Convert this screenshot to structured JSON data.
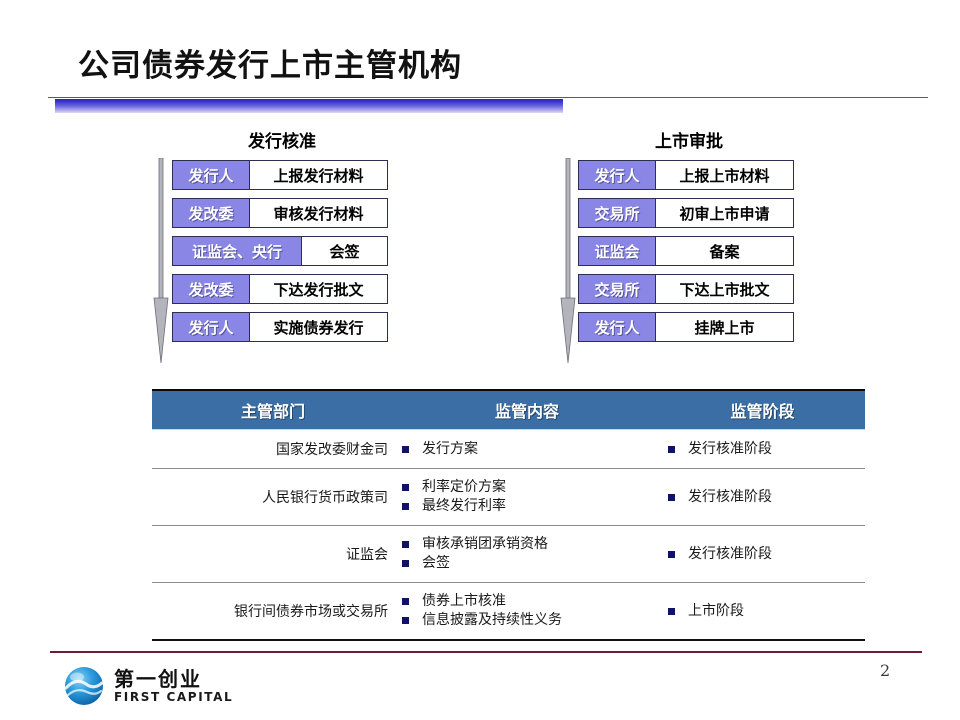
{
  "slide": {
    "title": "公司债券发行上市主管机构",
    "page_number": "2",
    "accent_color": "#3f39cf",
    "table_header_color": "#3a6ea5",
    "flow_label_color": "#8a86e6",
    "footer_rule_color": "#6e1b38"
  },
  "flows": [
    {
      "title": "发行核准",
      "arrow_icon": "down-arrow-icon",
      "rows": [
        {
          "actor": "发行人",
          "action": "上报发行材料",
          "wide_actor": false
        },
        {
          "actor": "发改委",
          "action": "审核发行材料",
          "wide_actor": false
        },
        {
          "actor": "证监会、央行",
          "action": "会签",
          "wide_actor": true
        },
        {
          "actor": "发改委",
          "action": "下达发行批文",
          "wide_actor": false
        },
        {
          "actor": "发行人",
          "action": "实施债券发行",
          "wide_actor": false
        }
      ]
    },
    {
      "title": "上市审批",
      "arrow_icon": "down-arrow-icon",
      "rows": [
        {
          "actor": "发行人",
          "action": "上报上市材料",
          "wide_actor": false
        },
        {
          "actor": "交易所",
          "action": "初审上市申请",
          "wide_actor": false
        },
        {
          "actor": "证监会",
          "action": "备案",
          "wide_actor": false
        },
        {
          "actor": "交易所",
          "action": "下达上市批文",
          "wide_actor": false
        },
        {
          "actor": "发行人",
          "action": "挂牌上市",
          "wide_actor": false
        }
      ]
    }
  ],
  "table": {
    "headers": [
      "主管部门",
      "监管内容",
      "监管阶段"
    ],
    "rows": [
      {
        "department": "国家发改委财金司",
        "scope": [
          "发行方案"
        ],
        "stage": [
          "发行核准阶段"
        ]
      },
      {
        "department": "人民银行货币政策司",
        "scope": [
          "利率定价方案",
          "最终发行利率"
        ],
        "stage": [
          "发行核准阶段"
        ]
      },
      {
        "department": "证监会",
        "scope": [
          "审核承销团承销资格",
          "会签"
        ],
        "stage": [
          "发行核准阶段"
        ]
      },
      {
        "department": "银行间债券市场或交易所",
        "scope": [
          "债券上市核准",
          "信息披露及持续性义务"
        ],
        "stage": [
          "上市阶段"
        ]
      }
    ]
  },
  "footer": {
    "logo_icon": "globe-logo-icon",
    "logo_cn": "第一创业",
    "logo_en": "FIRST CAPITAL"
  }
}
